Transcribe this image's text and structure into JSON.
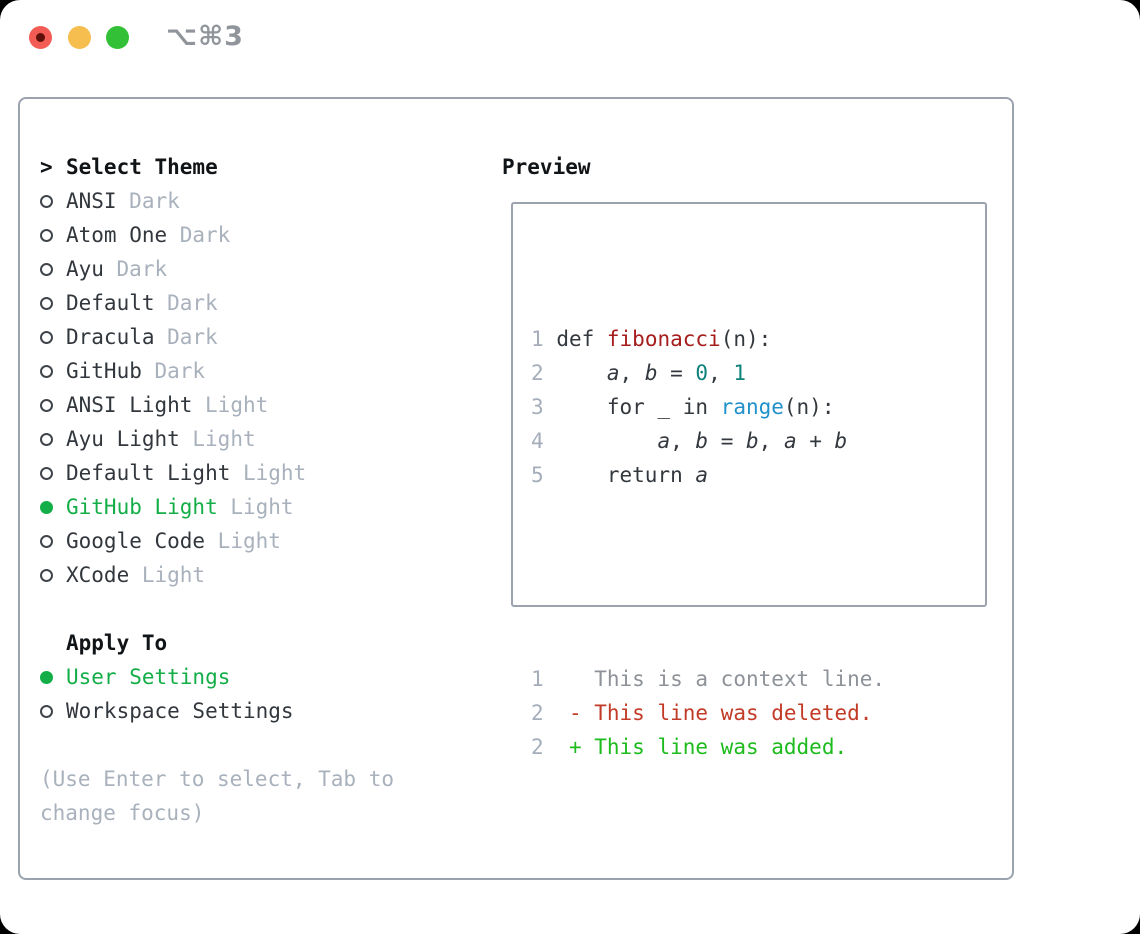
{
  "window": {
    "title_shortcut": "⌥⌘3"
  },
  "colors": {
    "window_bg": "#ffffff",
    "panel_border": "#9ba3ae",
    "header_text": "#111417",
    "theme_name_text": "#32373d",
    "muted_gray": "#a8b1bc",
    "selected_green": "#13ae47",
    "traffic_red": "#f25c54",
    "traffic_yellow": "#f6bd4f",
    "traffic_green": "#32c136",
    "code_plain": "#33383e",
    "code_line_number": "#a4adb9",
    "code_function_red": "#a61d1d",
    "code_builtin_blue": "#2191cb",
    "code_number_teal": "#0e837b",
    "diff_context_gray": "#8d9298",
    "diff_deleted_red": "#c23b26",
    "diff_added_green": "#1dbb1d"
  },
  "select_theme": {
    "header": "Select Theme",
    "header_marker": ">",
    "themes": [
      {
        "name": "ANSI",
        "variant": "Dark",
        "selected": false
      },
      {
        "name": "Atom One",
        "variant": "Dark",
        "selected": false
      },
      {
        "name": "Ayu",
        "variant": "Dark",
        "selected": false
      },
      {
        "name": "Default",
        "variant": "Dark",
        "selected": false
      },
      {
        "name": "Dracula",
        "variant": "Dark",
        "selected": false
      },
      {
        "name": "GitHub",
        "variant": "Dark",
        "selected": false
      },
      {
        "name": "ANSI Light",
        "variant": "Light",
        "selected": false
      },
      {
        "name": "Ayu Light",
        "variant": "Light",
        "selected": false
      },
      {
        "name": "Default Light",
        "variant": "Light",
        "selected": false
      },
      {
        "name": "GitHub Light",
        "variant": "Light",
        "selected": true
      },
      {
        "name": "Google Code",
        "variant": "Light",
        "selected": false
      },
      {
        "name": "XCode",
        "variant": "Light",
        "selected": false
      }
    ],
    "apply_to": {
      "header": "Apply To",
      "options": [
        {
          "label": "User Settings",
          "selected": true
        },
        {
          "label": "Workspace Settings",
          "selected": false
        }
      ]
    },
    "hint": {
      "line1": "(Use Enter to select, Tab to",
      "line2": "change focus)"
    }
  },
  "preview": {
    "header": "Preview",
    "code_lines": [
      {
        "num": "1",
        "indent": "",
        "segments": [
          {
            "text": "def ",
            "type": "plain"
          },
          {
            "text": "fibonacci",
            "type": "function"
          },
          {
            "text": "(n):",
            "type": "plain"
          }
        ]
      },
      {
        "num": "2",
        "indent": "    ",
        "segments": [
          {
            "text": "a",
            "type": "variable"
          },
          {
            "text": ", ",
            "type": "plain"
          },
          {
            "text": "b",
            "type": "variable"
          },
          {
            "text": " = ",
            "type": "plain"
          },
          {
            "text": "0",
            "type": "number"
          },
          {
            "text": ", ",
            "type": "plain"
          },
          {
            "text": "1",
            "type": "number"
          }
        ]
      },
      {
        "num": "3",
        "indent": "    ",
        "segments": [
          {
            "text": "for _ in ",
            "type": "plain"
          },
          {
            "text": "range",
            "type": "builtin"
          },
          {
            "text": "(n):",
            "type": "plain"
          }
        ]
      },
      {
        "num": "4",
        "indent": "        ",
        "segments": [
          {
            "text": "a",
            "type": "variable"
          },
          {
            "text": ", ",
            "type": "plain"
          },
          {
            "text": "b",
            "type": "variable"
          },
          {
            "text": " = ",
            "type": "plain"
          },
          {
            "text": "b",
            "type": "variable"
          },
          {
            "text": ", ",
            "type": "plain"
          },
          {
            "text": "a",
            "type": "variable"
          },
          {
            "text": " + ",
            "type": "plain"
          },
          {
            "text": "b",
            "type": "variable"
          }
        ]
      },
      {
        "num": "5",
        "indent": "    ",
        "segments": [
          {
            "text": "return ",
            "type": "plain"
          },
          {
            "text": "a",
            "type": "variable"
          }
        ]
      }
    ],
    "diff_lines": [
      {
        "num": "1",
        "marker": " ",
        "text": "This is a context line.",
        "kind": "context"
      },
      {
        "num": "2",
        "marker": "-",
        "text": "This line was deleted.",
        "kind": "deleted"
      },
      {
        "num": "2",
        "marker": "+",
        "text": "This line was added.",
        "kind": "added"
      }
    ]
  }
}
